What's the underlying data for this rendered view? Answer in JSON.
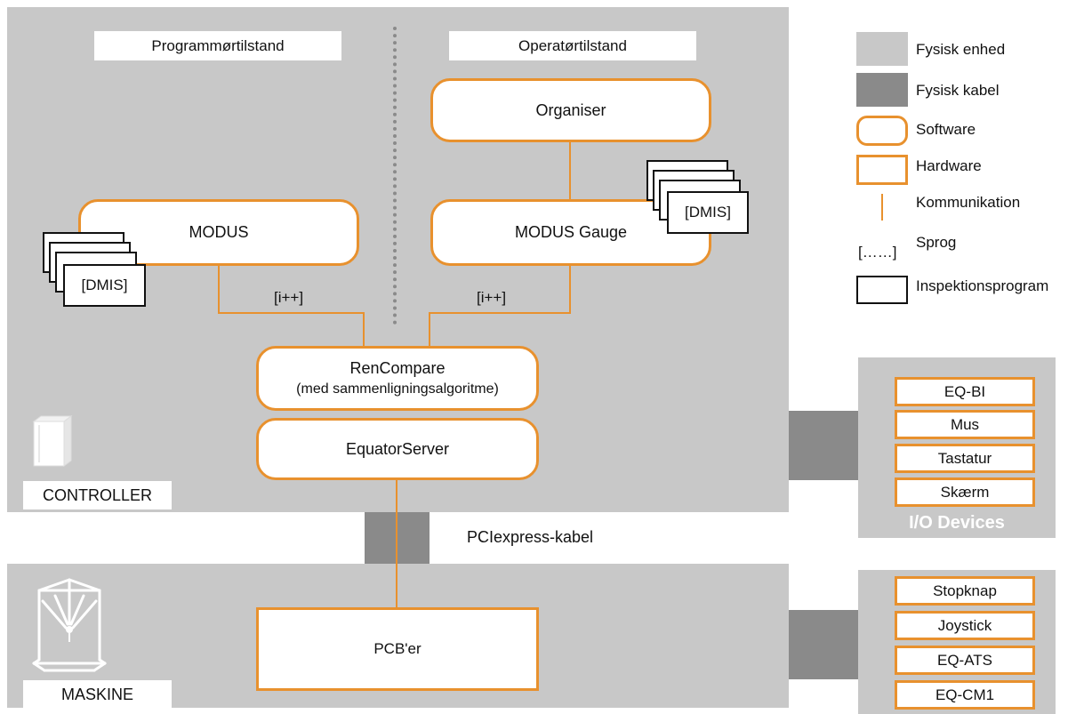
{
  "modes": {
    "programmer": "Programmørtilstand",
    "operator": "Operatørtilstand"
  },
  "software": {
    "organiser": "Organiser",
    "modus": "MODUS",
    "modus_gauge": "MODUS Gauge",
    "rencompare_line1": "RenCompare",
    "rencompare_line2": "(med sammenligningsalgoritme)",
    "equatorserver": "EquatorServer"
  },
  "languages": {
    "dmis": "[DMIS]",
    "ipp": "[i++]"
  },
  "controller_label": "CONTROLLER",
  "machine_label": "MASKINE",
  "pcb_label": "PCB'er",
  "cable_label": "PCIexpress-kabel",
  "io_devices": {
    "title": "I/O Devices",
    "items": [
      "EQ-BI",
      "Mus",
      "Tastatur",
      "Skærm"
    ]
  },
  "machine_devices": {
    "items": [
      "Stopknap",
      "Joystick",
      "EQ-ATS",
      "EQ-CM1"
    ]
  },
  "legend": {
    "physical_unit": "Fysisk enhed",
    "physical_cable": "Fysisk kabel",
    "software": "Software",
    "hardware": "Hardware",
    "communication": "Kommunikation",
    "language_symbol": "[……]",
    "language": "Sprog",
    "inspection_program": "Inspektionsprogram"
  },
  "colors": {
    "panel": "#c8c8c8",
    "cable": "#8a8a8a",
    "orange": "#e8912e"
  }
}
